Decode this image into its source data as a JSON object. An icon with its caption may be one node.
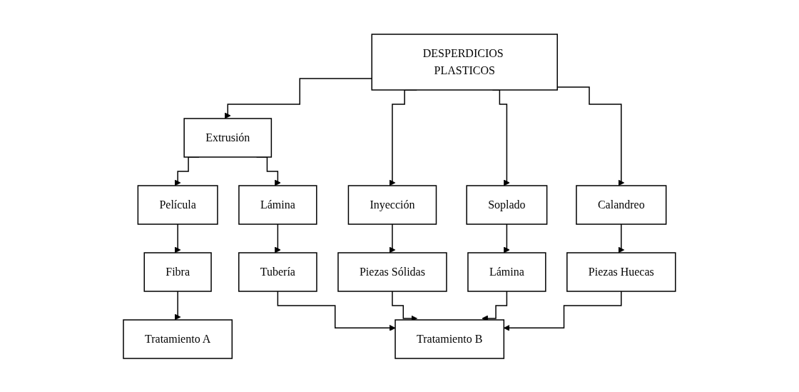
{
  "diagram": {
    "nodes": [
      {
        "text": [
          "DESPERDICIOS PLASTICOS"
        ]
      },
      {
        "text": [
          "Extrusión"
        ]
      },
      {
        "text": [
          "Inyección"
        ]
      },
      {
        "text": [
          "Soplado"
        ]
      },
      {
        "text": [
          "Calandreo"
        ]
      },
      {
        "text": [
          "Película"
        ]
      },
      {
        "text": [
          "Lámina"
        ]
      },
      {
        "text": [
          "Piezas Sólidas"
        ]
      },
      {
        "text": [
          "Lámina"
        ]
      },
      {
        "text": [
          "Piezas Huecas"
        ]
      },
      {
        "text": [
          "Fibra"
        ]
      },
      {
        "text": [
          "Tubería"
        ]
      },
      {
        "text": [
          "Tratamiento A"
        ]
      },
      {
        "text": [
          "Tratamiento B"
        ]
      }
    ],
    "edges": [
      {
        "from": 0,
        "to": 1,
        "arrow": "to"
      },
      {
        "from": 0,
        "to": 2,
        "arrow": "to"
      },
      {
        "from": 0,
        "to": 3,
        "arrow": "to"
      },
      {
        "from": 0,
        "to": 4,
        "arrow": "to"
      },
      {
        "from": 1,
        "to": 5,
        "arrow": "to"
      },
      {
        "from": 1,
        "to": 6,
        "arrow": "to"
      },
      {
        "from": 5,
        "to": 10,
        "arrow": "to"
      },
      {
        "from": 10,
        "to": 12,
        "arrow": "to"
      },
      {
        "from": 6,
        "to": 11,
        "arrow": "to"
      },
      {
        "from": 2,
        "to": 7,
        "arrow": "to"
      },
      {
        "from": 3,
        "to": 8,
        "arrow": "to"
      },
      {
        "from": 4,
        "to": 9,
        "arrow": "to"
      },
      {
        "from": 11,
        "to": 13,
        "arrow": "to"
      },
      {
        "from": 7,
        "to": 13,
        "arrow": "to"
      },
      {
        "from": 8,
        "to": 13,
        "arrow": "to"
      },
      {
        "from": 9,
        "to": 13,
        "arrow": "to"
      }
    ]
  }
}
